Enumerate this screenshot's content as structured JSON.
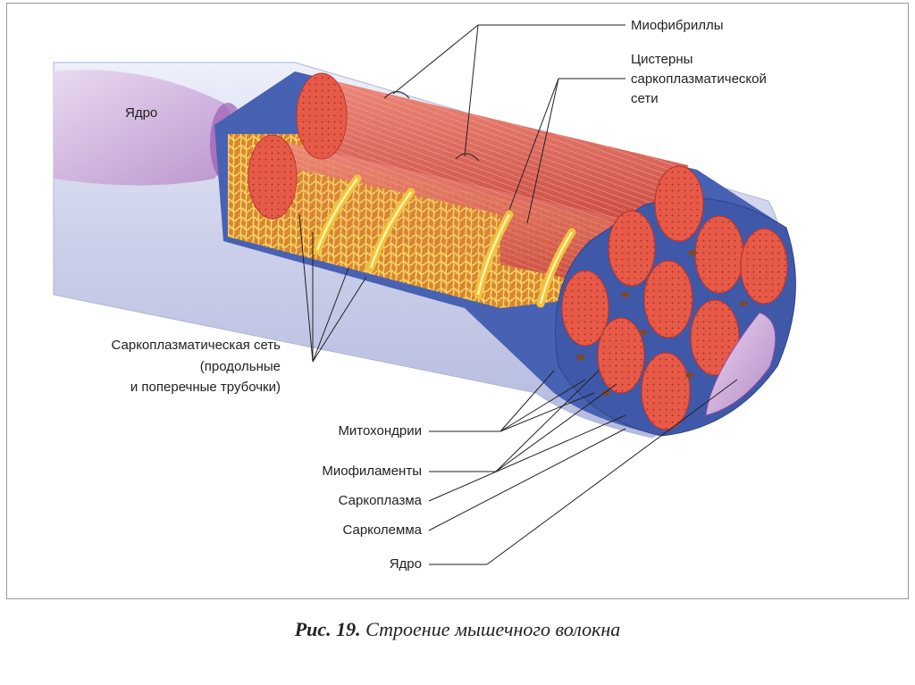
{
  "labels": {
    "nucleus_left": "Ядро",
    "myofibrils": "Миофибриллы",
    "cisterns_line1": "Цистерны",
    "cisterns_line2": "саркоплазматической",
    "cisterns_line3": "сети",
    "sr_line1": "Саркоплазматическая сеть",
    "sr_line2": "(продольные",
    "sr_line3": "и поперечные трубочки)",
    "mitochondria": "Митохондрии",
    "myofilaments": "Миофиламенты",
    "sarcoplasm": "Саркоплазма",
    "sarcolemma": "Сарколемма",
    "nucleus_bottom": "Ядро"
  },
  "caption": {
    "figure": "Рис. 19.",
    "title": "Строение мышечного волокна"
  },
  "colors": {
    "membrane": "#c9cce6",
    "nucleus": "#b07cc0",
    "myofibril": "#e0504a",
    "reticulum": "#f0c040",
    "sarcoplasm": "#4a64b4"
  }
}
